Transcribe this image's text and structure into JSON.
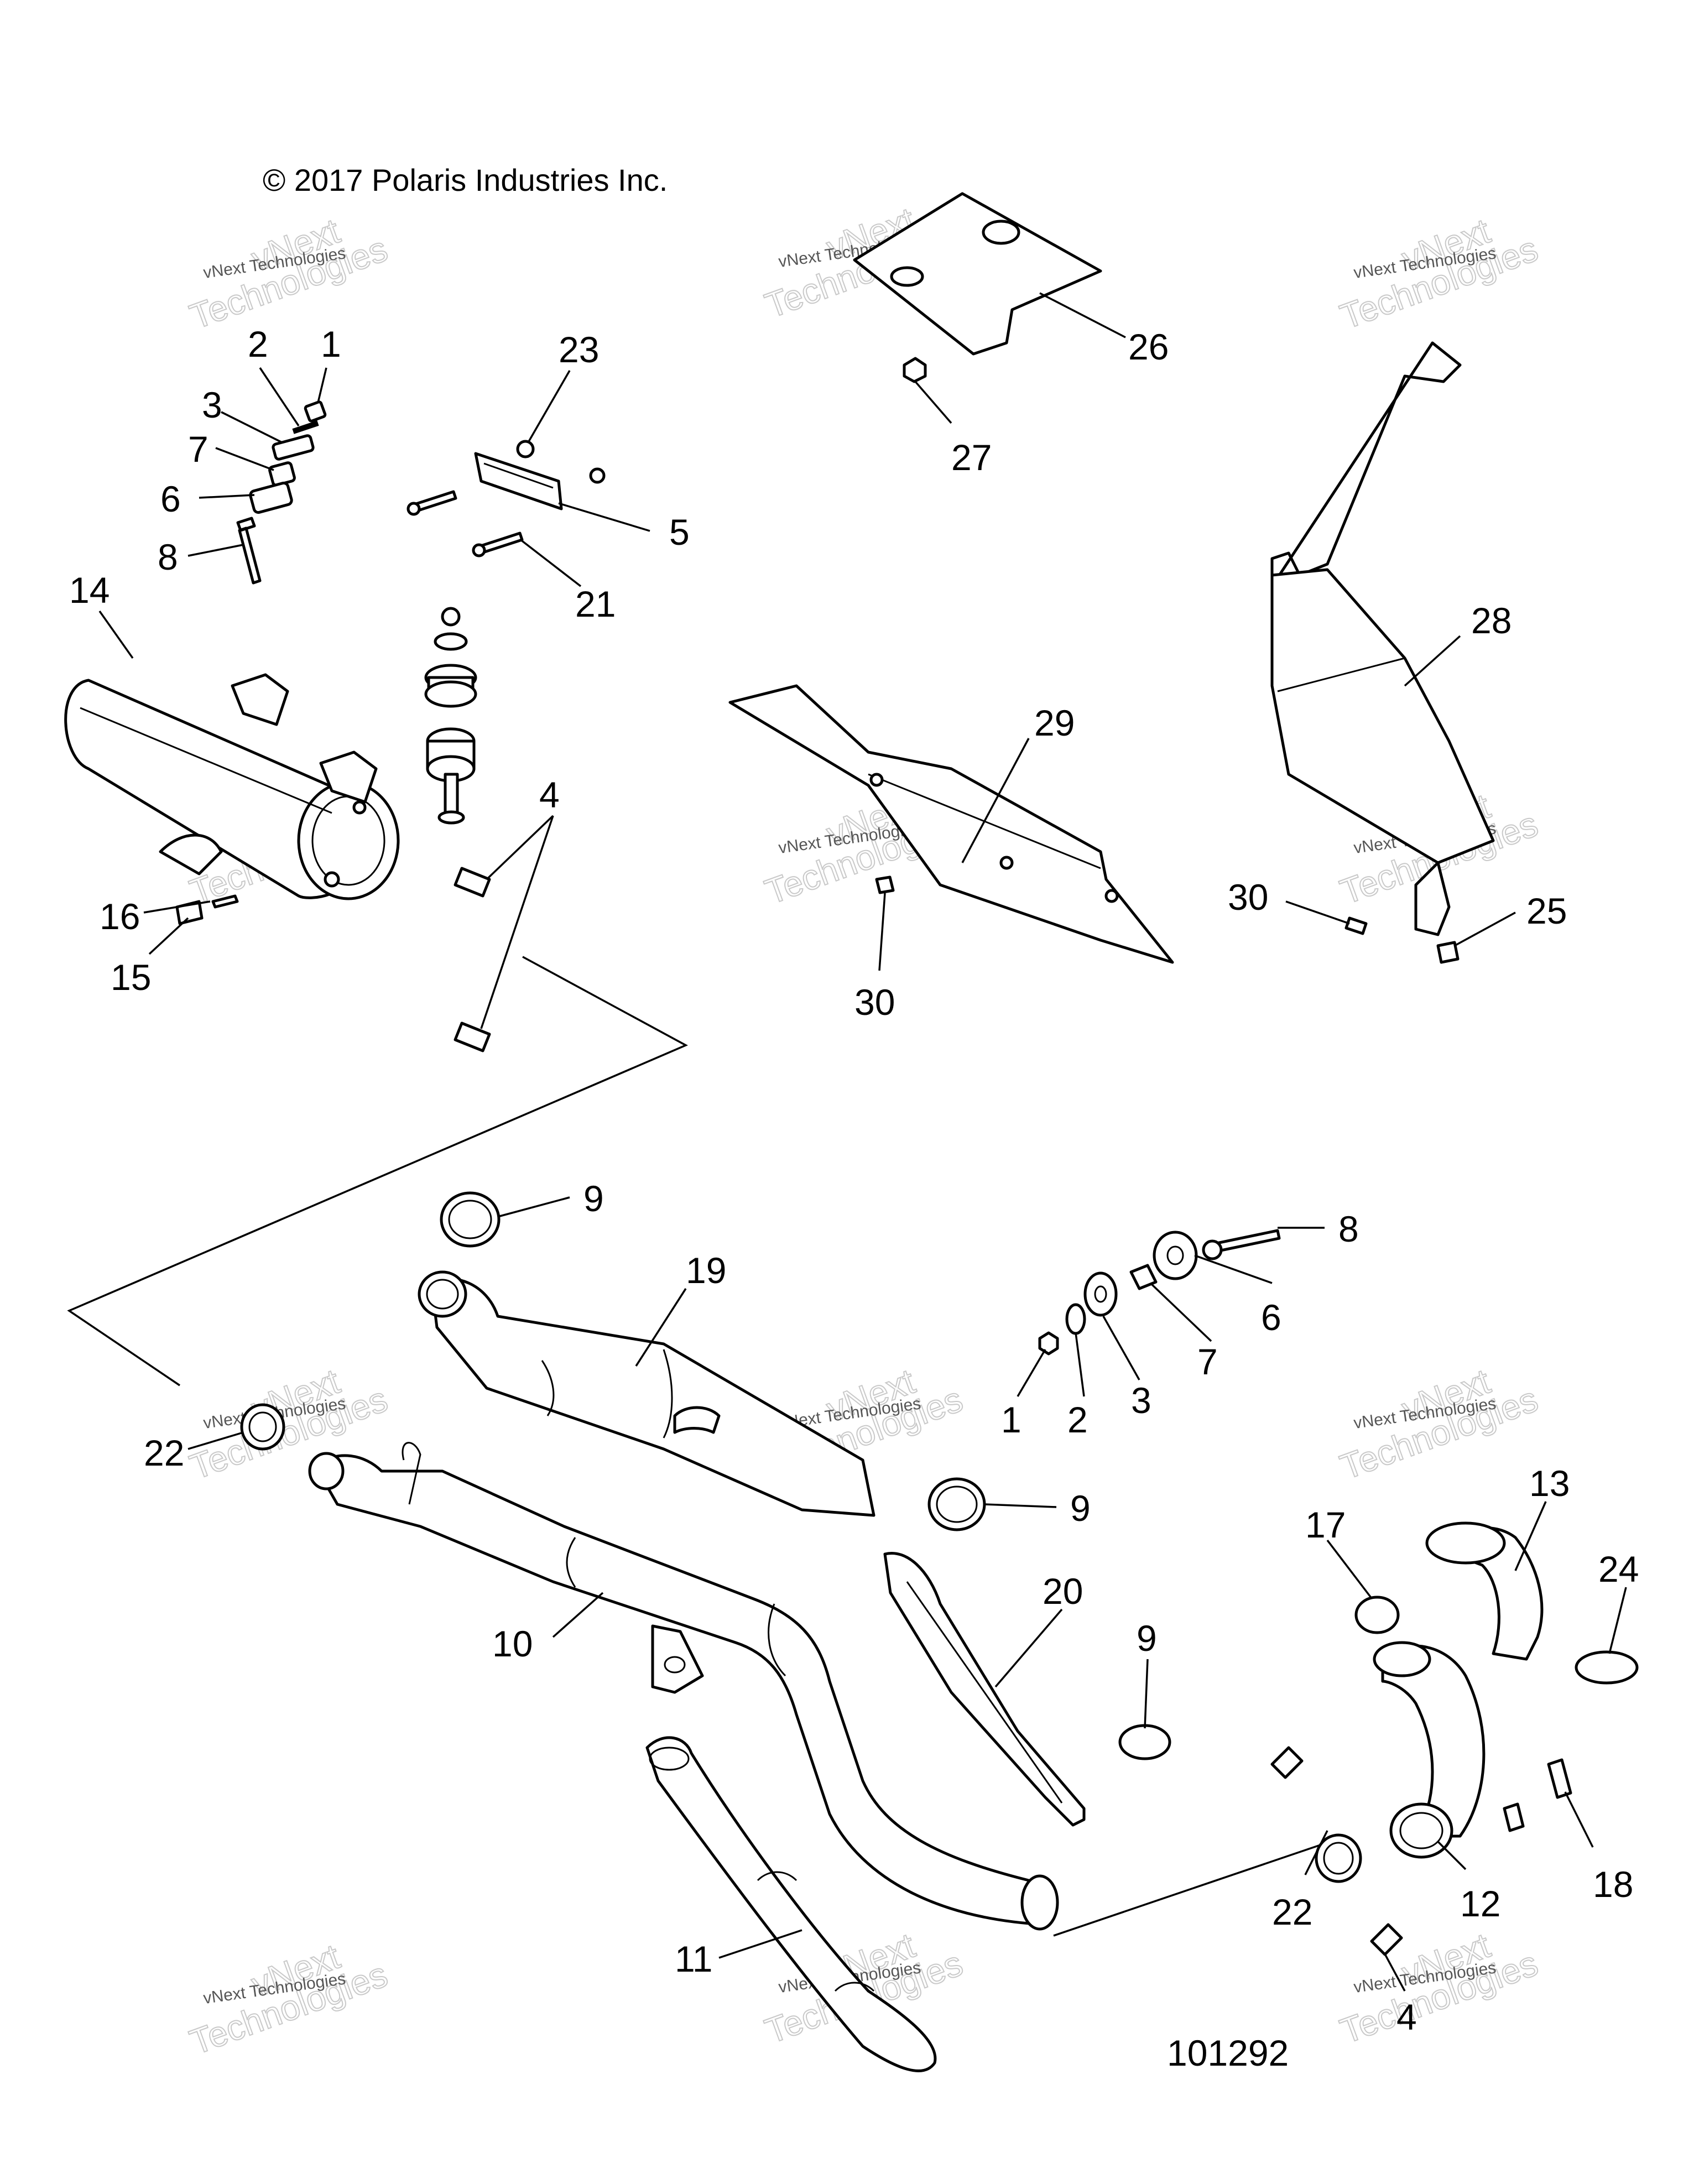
{
  "copyright": "© 2017 Polaris Industries Inc.",
  "drawing_id": "101292",
  "watermark": {
    "line1": "vNext Technologies",
    "line2": "Technologies",
    "line0": "vNext"
  },
  "callouts": [
    {
      "id": "c1a",
      "label": "1"
    },
    {
      "id": "c2a",
      "label": "2"
    },
    {
      "id": "c3a",
      "label": "3"
    },
    {
      "id": "c7a",
      "label": "7"
    },
    {
      "id": "c6a",
      "label": "6"
    },
    {
      "id": "c8a",
      "label": "8"
    },
    {
      "id": "c23",
      "label": "23"
    },
    {
      "id": "c5",
      "label": "5"
    },
    {
      "id": "c21",
      "label": "21"
    },
    {
      "id": "c26",
      "label": "26"
    },
    {
      "id": "c27",
      "label": "27"
    },
    {
      "id": "c14",
      "label": "14"
    },
    {
      "id": "c4a",
      "label": "4"
    },
    {
      "id": "c16",
      "label": "16"
    },
    {
      "id": "c15",
      "label": "15"
    },
    {
      "id": "c29",
      "label": "29"
    },
    {
      "id": "c30a",
      "label": "30"
    },
    {
      "id": "c28",
      "label": "28"
    },
    {
      "id": "c30b",
      "label": "30"
    },
    {
      "id": "c25",
      "label": "25"
    },
    {
      "id": "c9a",
      "label": "9"
    },
    {
      "id": "c19",
      "label": "19"
    },
    {
      "id": "c8b",
      "label": "8"
    },
    {
      "id": "c6b",
      "label": "6"
    },
    {
      "id": "c7b",
      "label": "7"
    },
    {
      "id": "c3b",
      "label": "3"
    },
    {
      "id": "c2b",
      "label": "2"
    },
    {
      "id": "c1b",
      "label": "1"
    },
    {
      "id": "c22a",
      "label": "22"
    },
    {
      "id": "c9b",
      "label": "9"
    },
    {
      "id": "c13",
      "label": "13"
    },
    {
      "id": "c17",
      "label": "17"
    },
    {
      "id": "c24",
      "label": "24"
    },
    {
      "id": "c20",
      "label": "20"
    },
    {
      "id": "c9c",
      "label": "9"
    },
    {
      "id": "c10",
      "label": "10"
    },
    {
      "id": "c18",
      "label": "18"
    },
    {
      "id": "c12",
      "label": "12"
    },
    {
      "id": "c22b",
      "label": "22"
    },
    {
      "id": "c11",
      "label": "11"
    },
    {
      "id": "c4b",
      "label": "4"
    }
  ]
}
